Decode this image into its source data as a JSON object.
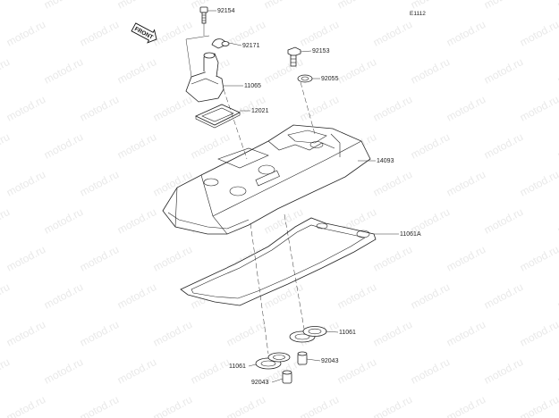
{
  "diagram": {
    "reference_code": "E1112",
    "front_label": "FRONT",
    "watermark_text": "motod.ru",
    "callouts": [
      {
        "id": "c92154",
        "label": "92154"
      },
      {
        "id": "c92171",
        "label": "92171"
      },
      {
        "id": "c92153",
        "label": "92153"
      },
      {
        "id": "c92055",
        "label": "92055"
      },
      {
        "id": "c11065",
        "label": "11065"
      },
      {
        "id": "c12021",
        "label": "12021"
      },
      {
        "id": "c14093",
        "label": "14093"
      },
      {
        "id": "c11061A",
        "label": "11061A"
      },
      {
        "id": "c11061r",
        "label": "11061"
      },
      {
        "id": "c11061l",
        "label": "11061"
      },
      {
        "id": "c92043r",
        "label": "92043"
      },
      {
        "id": "c92043l",
        "label": "92043"
      }
    ]
  }
}
